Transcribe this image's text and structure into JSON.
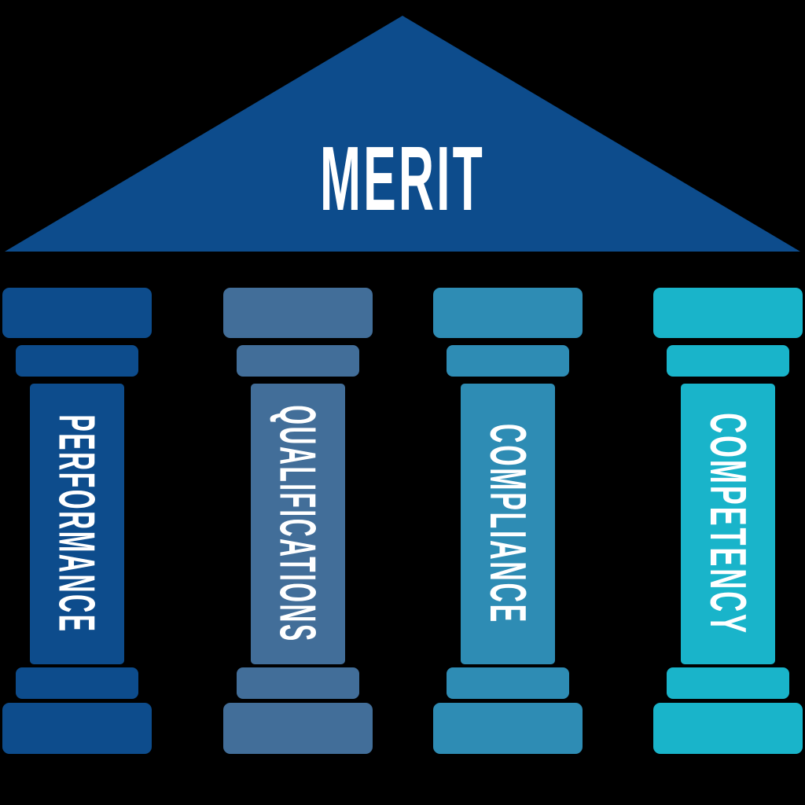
{
  "background": "#000000",
  "text_color": "#ffffff",
  "pediment": {
    "label": "MERIT",
    "color": "#0d4c8c"
  },
  "pillars": [
    {
      "label": "PERFORMANCE",
      "color": "#0d4c8c"
    },
    {
      "label": "QUALIFICATIONS",
      "color": "#426e99"
    },
    {
      "label": "COMPLIANCE",
      "color": "#2e8cb4"
    },
    {
      "label": "COMPETENCY",
      "color": "#19b4ca"
    }
  ]
}
